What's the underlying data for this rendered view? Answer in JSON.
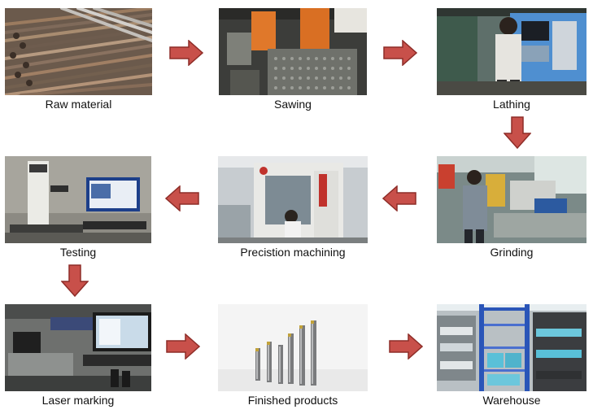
{
  "steps": [
    {
      "label": "Raw material"
    },
    {
      "label": "Sawing"
    },
    {
      "label": "Lathing"
    },
    {
      "label": "Grinding"
    },
    {
      "label": "Precistion machining"
    },
    {
      "label": "Testing"
    },
    {
      "label": "Laser marking"
    },
    {
      "label": "Finished products"
    },
    {
      "label": "Warehouse"
    }
  ],
  "colors": {
    "arrow_fill": "#c8504a",
    "arrow_stroke": "#8e2d28",
    "caption_text": "#111111"
  },
  "icons": {
    "arrow": "flow-arrow-icon"
  }
}
